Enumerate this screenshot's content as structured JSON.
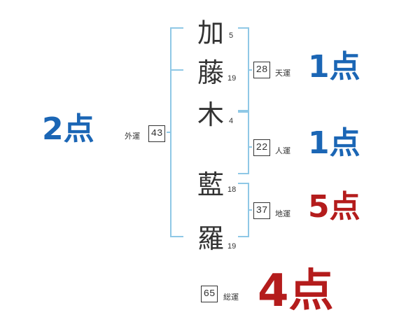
{
  "name_chars": [
    {
      "char": "加",
      "strokes": "5"
    },
    {
      "char": "藤",
      "strokes": "19"
    },
    {
      "char": "木",
      "strokes": "4"
    },
    {
      "char": "藍",
      "strokes": "18"
    },
    {
      "char": "羅",
      "strokes": "19"
    }
  ],
  "gaiun": {
    "label": "外運",
    "value": "43",
    "score": "2点"
  },
  "tenun": {
    "label": "天運",
    "value": "28",
    "score": "1点"
  },
  "jinun": {
    "label": "人運",
    "value": "22",
    "score": "1点"
  },
  "chiun": {
    "label": "地運",
    "value": "37",
    "score": "5点"
  },
  "souun": {
    "label": "総運",
    "value": "65",
    "score": "4点"
  },
  "colors": {
    "bracket": "#8fc8e6",
    "blue_score": "#1b66b5",
    "red_score": "#b41c1c",
    "text": "#333333"
  }
}
